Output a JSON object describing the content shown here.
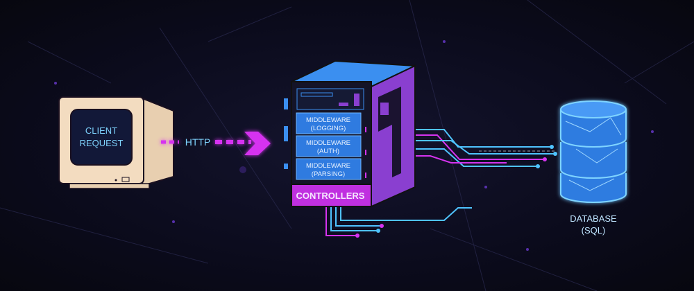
{
  "client": {
    "line1": "CLIENT",
    "line2": "REQUEST"
  },
  "connection": {
    "label": "HTTP"
  },
  "server": {
    "middlewares": [
      {
        "line1": "MIDDLEWARE",
        "line2": "(LOGGING)"
      },
      {
        "line1": "MIDDLEWARE",
        "line2": "(AUTH)"
      },
      {
        "line1": "MIDDLEWARE",
        "line2": "(PARSING)"
      }
    ],
    "controllers": "CONTROLLERS"
  },
  "database": {
    "line1": "DATABASE",
    "line2": "(SQL)"
  },
  "colors": {
    "magenta": "#d633f0",
    "cyan": "#4fc3ff",
    "blue": "#2f7be0",
    "purple": "#8a3fd0",
    "beige": "#f3dcc0"
  }
}
